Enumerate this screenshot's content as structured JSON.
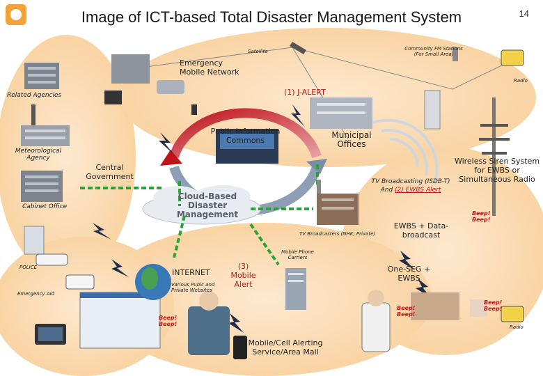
{
  "header": {
    "title": "Image of ICT-based Total Disaster Management System",
    "page_number": "14"
  },
  "top": {
    "satellite": "Satellite",
    "community_fm": "Community FM Stations (For Small Area)",
    "emergency_mobile": "Emergency Mobile Network",
    "radio_top": "Radio",
    "j_alert": "(1) J-ALERT"
  },
  "left": {
    "related_agencies": "Related Agencies",
    "meteorological": "Meteorological Agency",
    "central_government": "Central Government",
    "cabinet_office": "Cabinet Office",
    "police": "POLICE",
    "emergency_aid": "Emergency Aid"
  },
  "center": {
    "public_info": "Public Information Commons",
    "municipal": "Municipal Offices",
    "cloud_based": "Cloud-Based Disaster Management"
  },
  "right": {
    "tv_broadcasting": "TV Broadcasting (ISDB-T) And ",
    "ewbs_alert": "(2) EWBS Alert",
    "wireless_siren": "Wireless Siren System for EWBS or Simultaneous Radio",
    "tv_broadcasters": "TV Broadcasters (NHK, Private)",
    "ewbs_data": "EWBS + Data-broadcast",
    "one_seg": "One-SEG + EWBS",
    "radio_bottom": "Radio"
  },
  "bottom": {
    "internet": "INTERNET",
    "web_sites": "Various Pubic and Private Websites",
    "mobile_alert": "(3) Mobile Alert",
    "carriers": "Mobile Phone Carriers",
    "cell_alert": "Mobile/Cell Alerting Service/Area Mail"
  },
  "beeps": {
    "b1": "Beep!",
    "b2": "Beep!"
  },
  "colors": {
    "blob": "#fbe3c4",
    "arrow_green": "#2aa336",
    "arc_red": "#c0141c",
    "arc_blue": "#3a5a8a",
    "title_logo": "#f3a33a"
  }
}
